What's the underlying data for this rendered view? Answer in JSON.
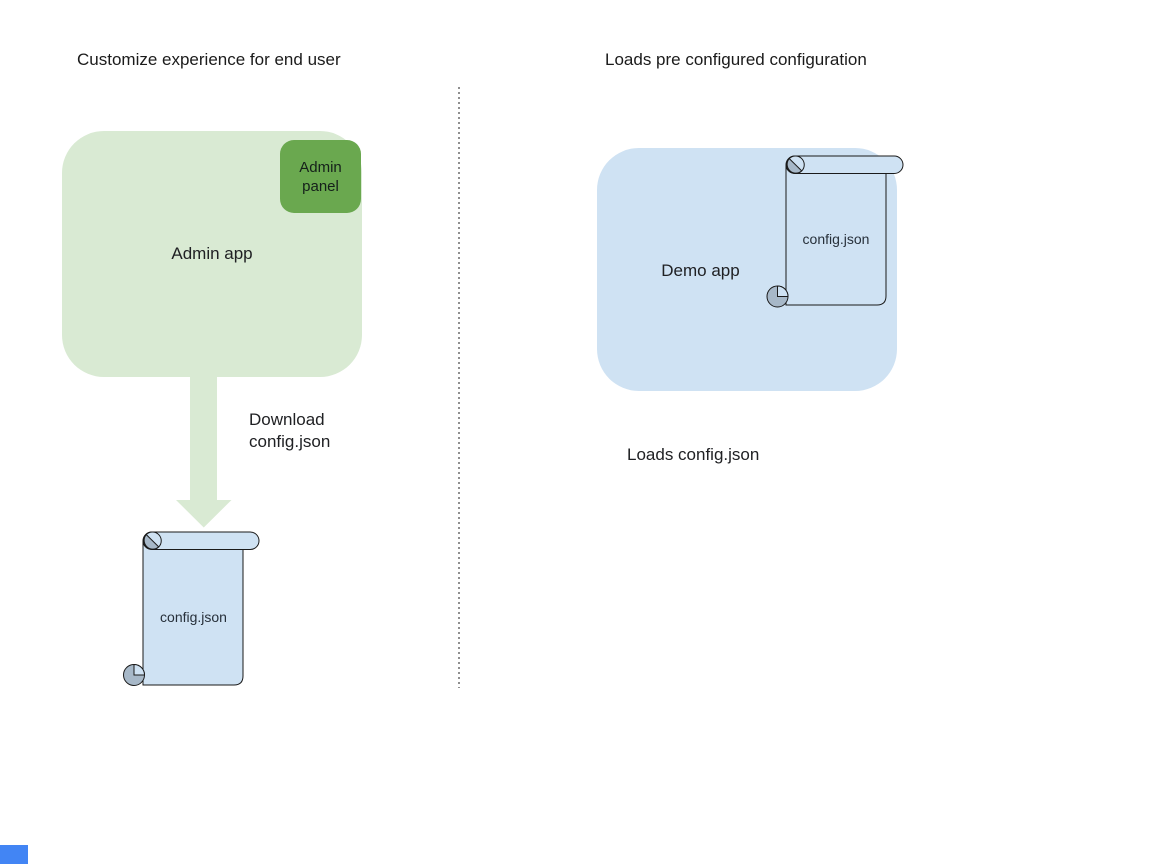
{
  "left_section": {
    "title": "Customize experience for end user",
    "admin_app": {
      "label": "Admin app"
    },
    "admin_panel": {
      "label": "Admin panel"
    },
    "download_arrow": {
      "label": "Download config.json"
    },
    "config_file": {
      "label": "config.json"
    }
  },
  "right_section": {
    "title": "Loads pre configured configuration",
    "demo_app": {
      "label": "Demo app"
    },
    "config_file": {
      "label": "config.json"
    },
    "caption": "Loads config.json"
  },
  "colors": {
    "light_green": "#d9ead3",
    "green": "#6aa84f",
    "light_blue": "#cfe2f3",
    "scroll_shade": "#a7b8c8",
    "divider_gray": "#8f8f8f",
    "corner_blue": "#4285f4",
    "text": "#202124"
  }
}
